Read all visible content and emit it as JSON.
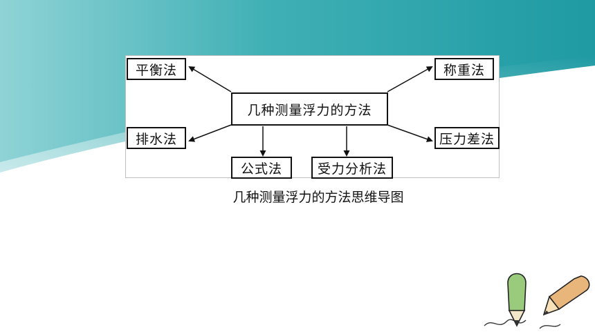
{
  "diagram": {
    "center": "几种测量浮力的方法",
    "methods": {
      "top_left": "平衡法",
      "top_right": "称重法",
      "mid_left": "排水法",
      "mid_right": "压力差法",
      "bottom_left": "公式法",
      "bottom_right": "受力分析法"
    }
  },
  "caption": "几种测量浮力的方法思维导图",
  "colors": {
    "teal": "#2a9fa6",
    "crayon_green": "#9acb7c",
    "crayon_tan": "#e8b57a"
  }
}
